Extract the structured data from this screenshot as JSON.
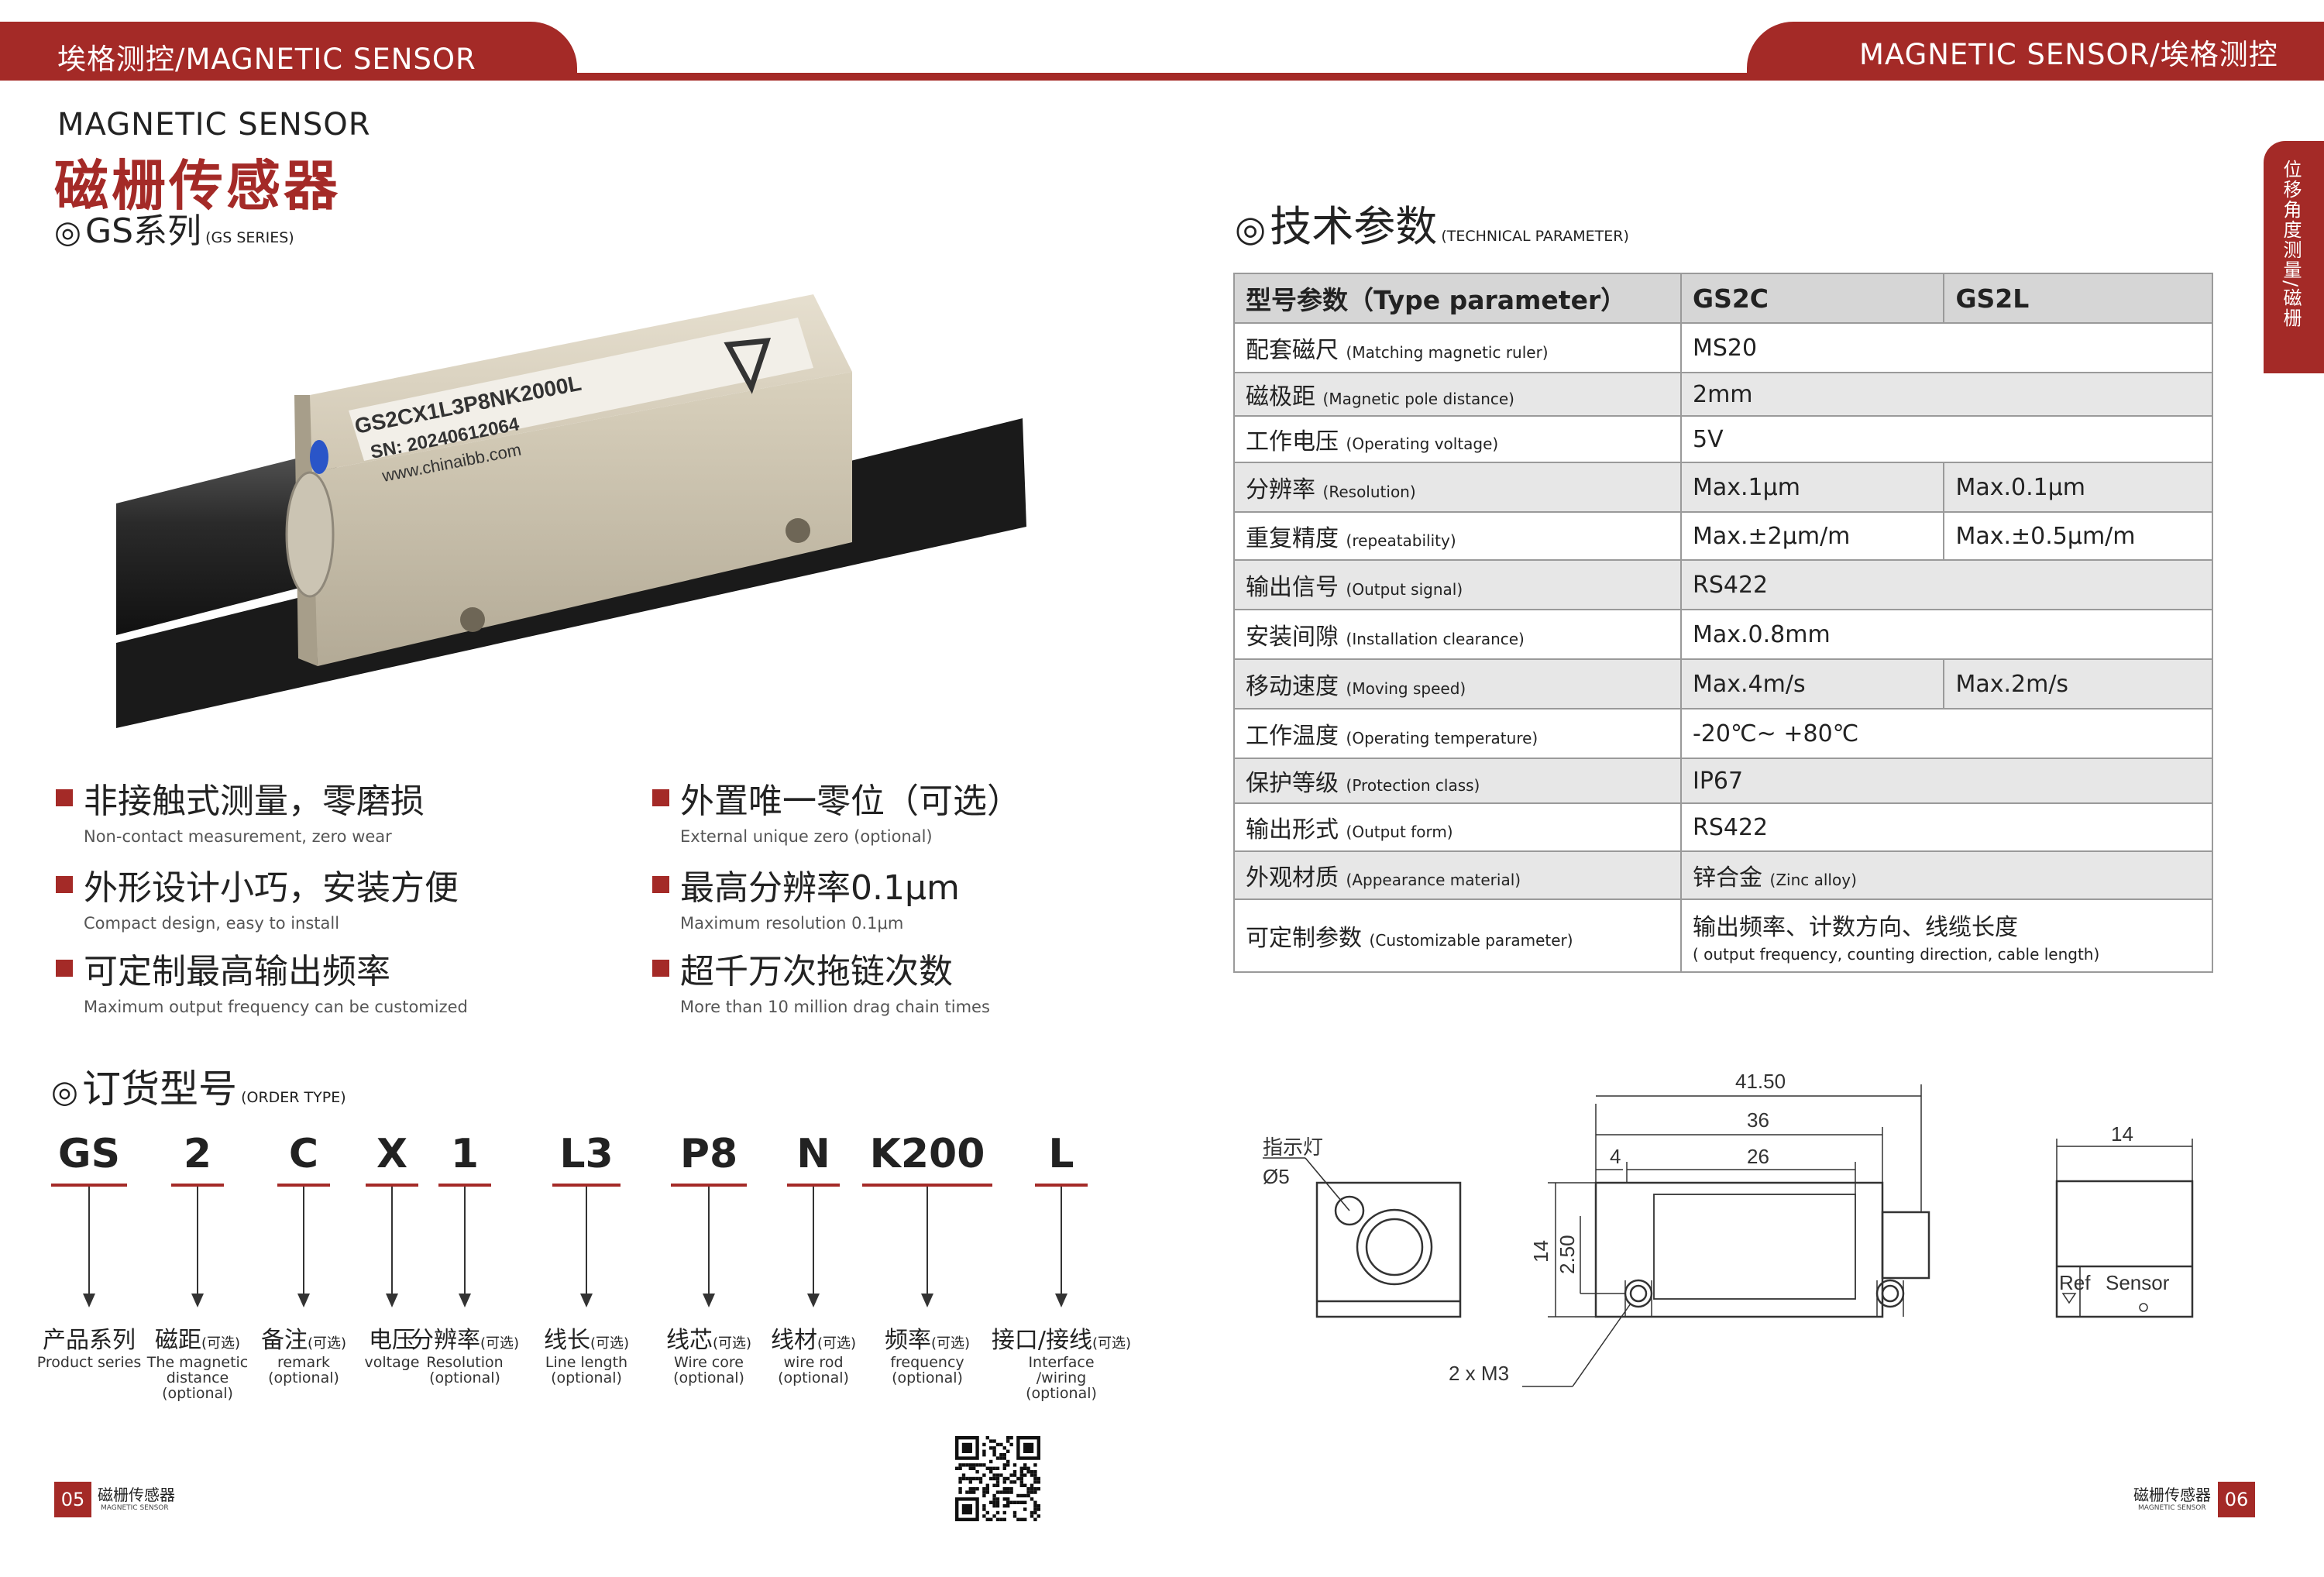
{
  "header": {
    "left_title": "埃格测控/MAGNETIC SENSOR",
    "right_title": "MAGNETIC SENSOR/埃格测控",
    "side_tab": "位移角度测量/磁栅"
  },
  "product": {
    "title_en": "MAGNETIC SENSOR",
    "title_cn": "磁栅传感器",
    "series": "GS系列",
    "series_en": "(GS SERIES)",
    "sensor_label_lines": [
      "GS2CX1L3P8NK2000L",
      "SN: 20240612064",
      "www.chinaibb.com"
    ]
  },
  "features": [
    {
      "cn": "非接触式测量，零磨损",
      "en": "Non-contact measurement, zero wear"
    },
    {
      "cn": "外置唯一零位（可选）",
      "en": "External unique zero (optional)"
    },
    {
      "cn": "外形设计小巧，安装方便",
      "en": "Compact design, easy to install"
    },
    {
      "cn": "最高分辨率0.1μm",
      "en": "Maximum resolution 0.1μm"
    },
    {
      "cn": "可定制最高输出频率",
      "en": "Maximum output frequency can be customized"
    },
    {
      "cn": "超千万次拖链次数",
      "en": "More than 10 million drag chain times"
    }
  ],
  "order": {
    "title": "订货型号",
    "title_en": "(ORDER TYPE)",
    "codes": [
      "GS",
      "2",
      "C",
      "X",
      "1",
      "L3",
      "P8",
      "N",
      "K200",
      "L"
    ],
    "labels": [
      {
        "cn": "产品系列",
        "opt": "",
        "en": "Product series"
      },
      {
        "cn": "磁距",
        "opt": "(可选)",
        "en": "The magnetic\ndistance\n(optional)"
      },
      {
        "cn": "备注",
        "opt": "(可选)",
        "en": "remark\n(optional)"
      },
      {
        "cn": "电压",
        "opt": "",
        "en": "voltage"
      },
      {
        "cn": "分辨率",
        "opt": "(可选)",
        "en": "Resolution\n(optional)"
      },
      {
        "cn": "线长",
        "opt": "(可选)",
        "en": "Line length\n(optional)"
      },
      {
        "cn": "线芯",
        "opt": "(可选)",
        "en": "Wire core\n(optional)"
      },
      {
        "cn": "线材",
        "opt": "(可选)",
        "en": "wire rod\n(optional)"
      },
      {
        "cn": "频率",
        "opt": "(可选)",
        "en": "frequency\n(optional)"
      },
      {
        "cn": "接口/接线",
        "opt": "(可选)",
        "en": "Interface\n/wiring\n(optional)"
      }
    ]
  },
  "tech": {
    "title": "技术参数",
    "title_en": "(TECHNICAL PARAMETER)",
    "head": {
      "k": "型号参数（Type parameter）",
      "a": "GS2C",
      "b": "GS2L"
    },
    "rows": [
      {
        "cn": "配套磁尺",
        "en": "(Matching magnetic ruler)",
        "a": "MS20"
      },
      {
        "cn": "磁极距",
        "en": "(Magnetic pole distance)",
        "a": "2mm"
      },
      {
        "cn": "工作电压",
        "en": "(Operating voltage)",
        "a": "5V"
      },
      {
        "cn": "分辨率",
        "en": "(Resolution)",
        "a": "Max.1μm",
        "b": "Max.0.1μm"
      },
      {
        "cn": "重复精度",
        "en": "(repeatability)",
        "a": "Max.±2μm/m",
        "b": "Max.±0.5μm/m"
      },
      {
        "cn": "输出信号",
        "en": "(Output signal)",
        "a": "RS422"
      },
      {
        "cn": "安装间隙",
        "en": "(Installation clearance)",
        "a": "Max.0.8mm"
      },
      {
        "cn": "移动速度",
        "en": "(Moving speed)",
        "a": "Max.4m/s",
        "b": "Max.2m/s"
      },
      {
        "cn": "工作温度",
        "en": "(Operating temperature)",
        "a": "-20℃~ +80℃"
      },
      {
        "cn": "保护等级",
        "en": "(Protection class)",
        "a": "IP67"
      },
      {
        "cn": "输出形式",
        "en": "(Output form)",
        "a": "RS422"
      },
      {
        "cn": "外观材质",
        "en": "(Appearance material)",
        "a": "锌合金",
        "a_en": "(Zinc alloy)"
      },
      {
        "cn": "可定制参数",
        "en": "(Customizable parameter)",
        "a": "输出频率、计数方向、线缆长度",
        "a_en": "( output frequency, counting direction, cable length)"
      }
    ]
  },
  "drawing": {
    "indicator": "指示灯",
    "phi": "Ø5",
    "dim_total": "41.50",
    "dim_36": "36",
    "dim_26": "26",
    "dim_4": "4",
    "dim_14_h": "14",
    "dim_250": "2.50",
    "dim_14_w": "14",
    "screws": "2 x M3",
    "ref": "Ref",
    "sensor": "Sensor"
  },
  "footer": {
    "left_page": "05",
    "right_page": "06",
    "cn": "磁栅传感器",
    "en": "MAGNETIC SENSOR"
  }
}
